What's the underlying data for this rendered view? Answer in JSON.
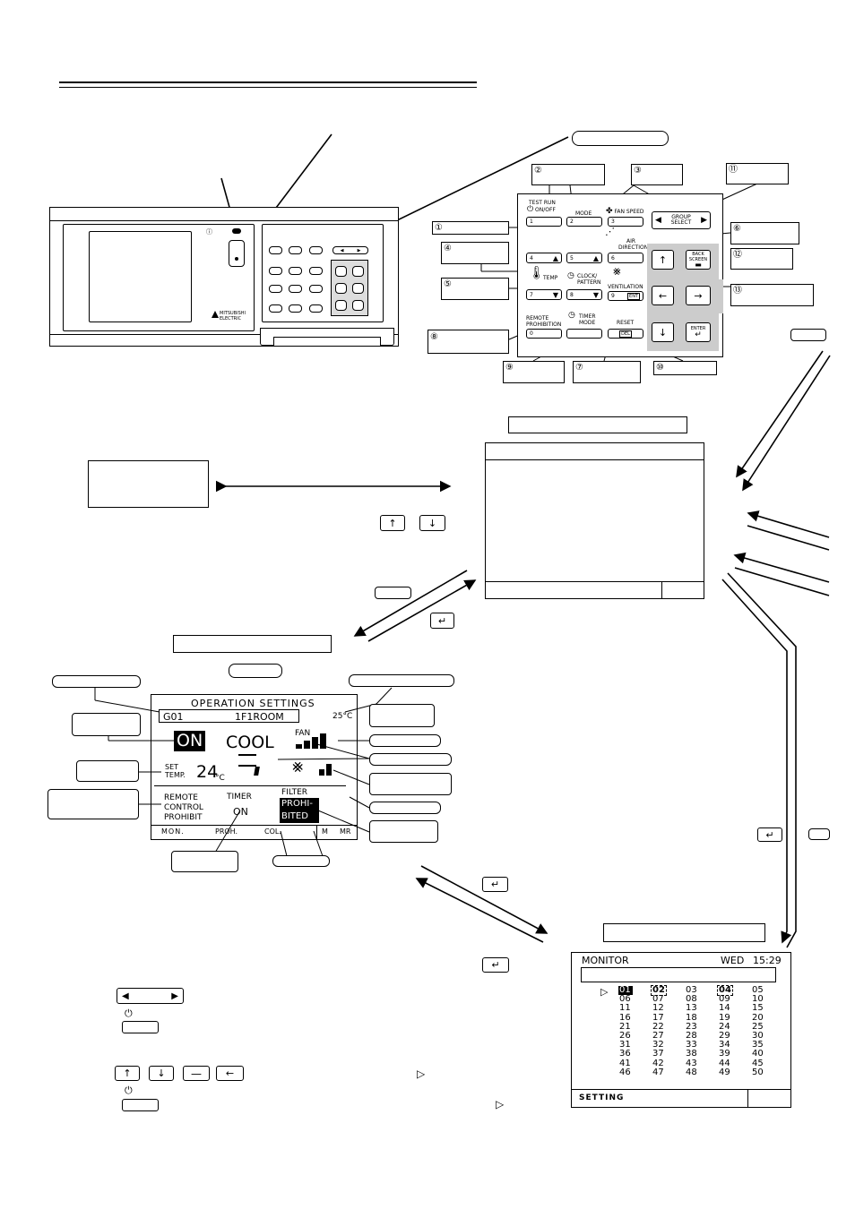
{
  "remote_front": {
    "brand": "MITSUBISHI ELECTRIC"
  },
  "panel_keys": {
    "test_run": "TEST RUN",
    "on_off": "ON/OFF",
    "mode": "MODE",
    "fan_speed": "FAN SPEED",
    "group_select": "GROUP SELECT",
    "air_direction": "AIR DIRECTION",
    "back_screen": "BACK SCREEN",
    "temp": "TEMP",
    "clock_pattern": "CLOCK/ PATTERN",
    "ventilation": "VENTILATION",
    "remote_prohibition": "REMOTE PROHIBITION",
    "timer_mode": "TIMER MODE",
    "reset": "RESET",
    "del": "DEL",
    "ent": "ENT",
    "enter": "ENTER",
    "k0": "0",
    "k1": "1",
    "k2": "2",
    "k3": "3",
    "k4": "4",
    "k5": "5",
    "k6": "6",
    "k7": "7",
    "k8": "8",
    "k9": "9"
  },
  "callout_numbers": {
    "c1": "①",
    "c2": "②",
    "c3": "③",
    "c4": "④",
    "c5": "⑤",
    "c6": "⑥",
    "c7": "⑦",
    "c8": "⑧",
    "c9": "⑨",
    "c10": "⑩",
    "c11": "⑪",
    "c12": "⑫",
    "c13": "⑬"
  },
  "operation_settings": {
    "title": "OPERATION SETTINGS",
    "group": "G01",
    "room": "1F1ROOM",
    "room_temp": "25°C",
    "power": "ON",
    "mode": "COOL",
    "fan_label": "FAN",
    "set_temp_label": "SET TEMP.",
    "set_temp": "24",
    "set_temp_unit": "°C",
    "remote_control_prohibit": "REMOTE CONTROL PROHIBIT",
    "timer_label": "TIMER",
    "timer_value": "ON",
    "filter_label": "FILTER",
    "filter_value": "PROHI- BITED",
    "bottom_mon": "MON.",
    "bottom_proh": "PROH.",
    "bottom_col": "COL.",
    "bottom_m": "M",
    "bottom_mr": "MR"
  },
  "monitor": {
    "title": "MONITOR",
    "day": "WED",
    "time": "15:29",
    "setting": "SETTING",
    "groups": [
      "01",
      "02",
      "03",
      "04",
      "05",
      "06",
      "07",
      "08",
      "09",
      "10",
      "11",
      "12",
      "13",
      "14",
      "15",
      "16",
      "17",
      "18",
      "19",
      "20",
      "21",
      "22",
      "23",
      "24",
      "25",
      "26",
      "27",
      "28",
      "29",
      "30",
      "31",
      "32",
      "33",
      "34",
      "35",
      "36",
      "37",
      "38",
      "39",
      "40",
      "41",
      "42",
      "43",
      "44",
      "45",
      "46",
      "47",
      "48",
      "49",
      "50"
    ]
  },
  "glyphs": {
    "up": "↑",
    "down": "↓",
    "left": "←",
    "right": "→",
    "left_tri": "◀",
    "right_tri": "▶",
    "enter": "↵",
    "play": "▷",
    "power": "⏻"
  }
}
